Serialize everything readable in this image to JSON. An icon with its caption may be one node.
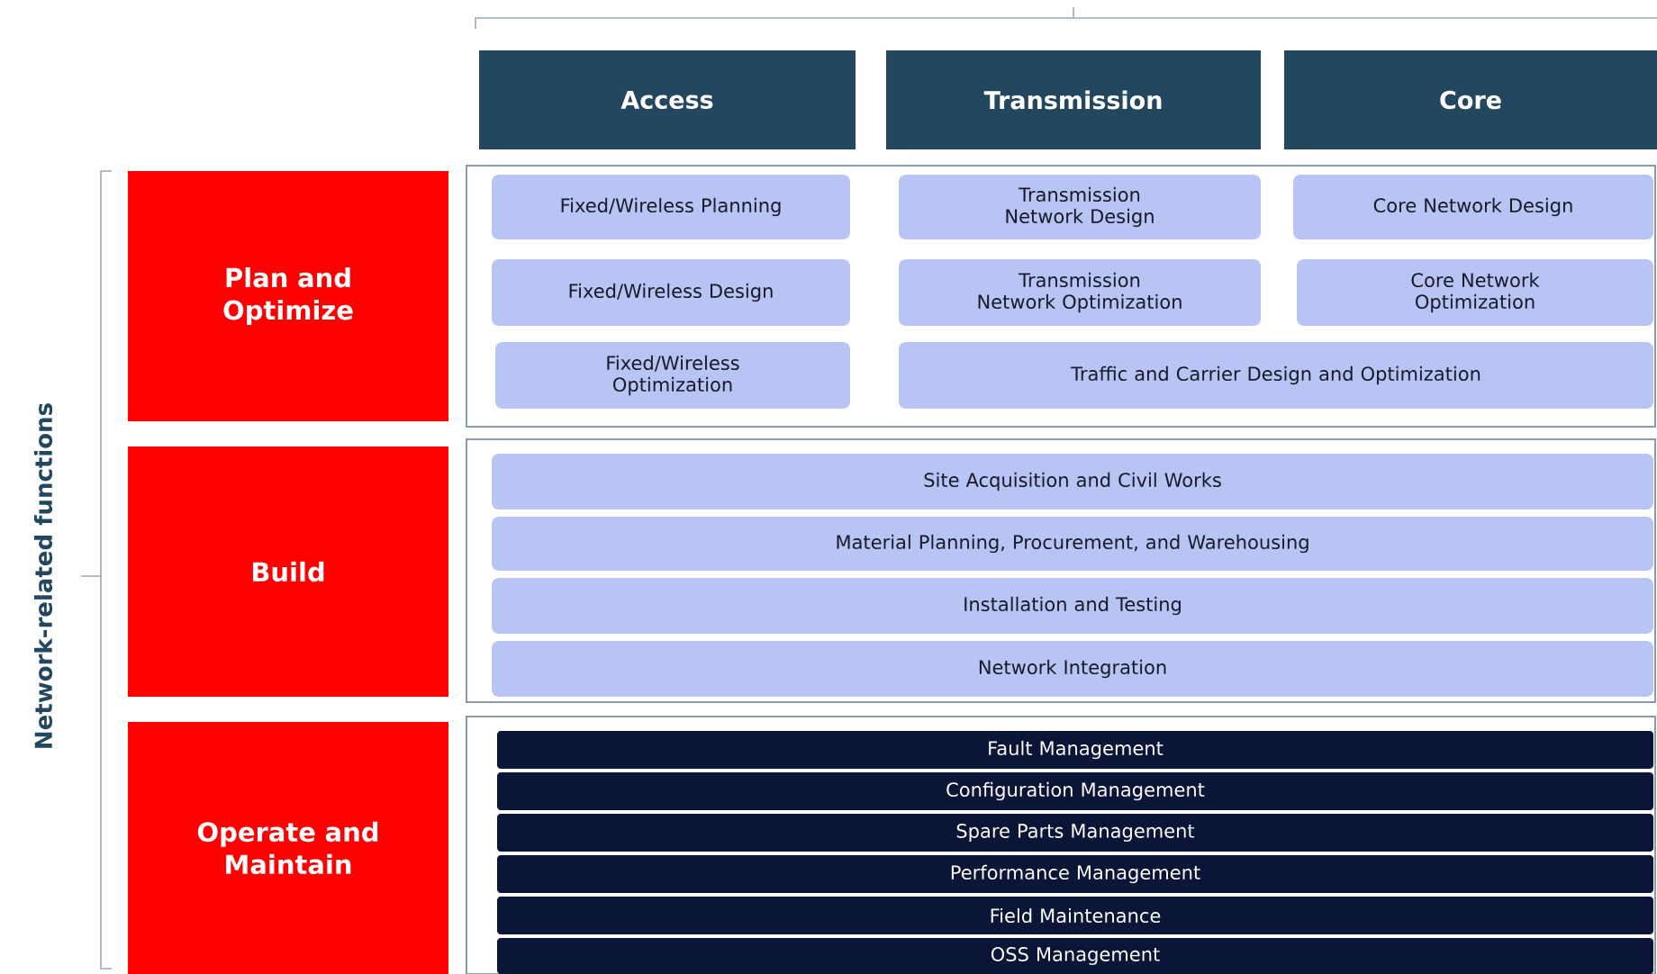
{
  "diagram": {
    "nodes": [
      {
        "text": [
          "Access"
        ]
      },
      {
        "text": [
          "Transmission"
        ]
      },
      {
        "text": [
          "Core"
        ]
      },
      {
        "text": [
          "Plan and Optimize"
        ]
      },
      {
        "text": [],
        "shape": "box"
      },
      {
        "text": [
          "Fixed/Wireless Planning"
        ],
        "in": 4
      },
      {
        "text": [
          "Transmission Network Design"
        ],
        "in": 4
      },
      {
        "text": [
          "Core Network Design"
        ],
        "in": 4
      },
      {
        "text": [
          "Fixed/Wireless Design"
        ],
        "in": 4
      },
      {
        "text": [
          "Transmission Network Optimization"
        ],
        "in": 4
      },
      {
        "text": [
          "Core Network Optimization"
        ],
        "in": 4
      },
      {
        "text": [
          "Fixed/Wireless Optimization"
        ],
        "in": 4
      },
      {
        "text": [
          "Traffic and Carrier Design and Optimization"
        ],
        "in": 4
      },
      {
        "text": [
          "Build"
        ]
      },
      {
        "text": [],
        "shape": "box"
      },
      {
        "text": [
          "Site Acquisition and Civil Works"
        ],
        "in": 14
      },
      {
        "text": [
          "Material Planning, Procurement, and Warehousing"
        ],
        "in": 14
      },
      {
        "text": [
          "Installation and Testing"
        ],
        "in": 14
      },
      {
        "text": [
          "Network Integration"
        ],
        "in": 14
      },
      {
        "text": [
          "Operate and Maintain"
        ]
      },
      {
        "text": [],
        "shape": "box"
      },
      {
        "text": [
          "Fault Management"
        ],
        "in": 20
      },
      {
        "text": [
          "Configuration Management"
        ],
        "in": 20
      },
      {
        "text": [
          "Spare Parts Management"
        ],
        "in": 20
      },
      {
        "text": [
          "Performance Management"
        ],
        "in": 20
      },
      {
        "text": [
          "Field Maintenance"
        ],
        "in": 20
      },
      {
        "text": [
          "OSS Management"
        ],
        "in": 20
      }
    ],
    "labels": [
      "Network-related functions"
    ]
  }
}
